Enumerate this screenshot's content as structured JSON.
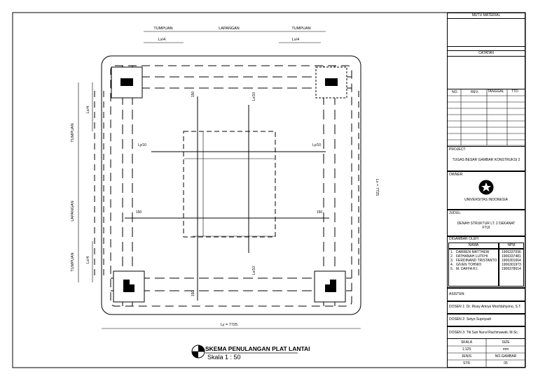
{
  "drawing": {
    "top_labels": {
      "left": "TUMPUAN",
      "mid": "LAPANGAN",
      "right": "TUMPUAN"
    },
    "top_dims": {
      "left": "Lx/4",
      "right": "Lx/4"
    },
    "side_labels": {
      "top": "TUMPUAN",
      "mid": "LAPANGAN",
      "bottom": "TUMPUAN"
    },
    "side_dims": {
      "top": "Lx/4",
      "bottom": "Lx/4"
    },
    "inner": {
      "ly10_left": "Ly/10",
      "ly10_right": "Ly/10",
      "lx10_top": "Lx/10",
      "lx10_bottom": "Lx/10",
      "d150_top": "150",
      "d150_bottom": "150",
      "d150_left": "150",
      "d150_right": "150"
    },
    "ly_dim": "Ly = 7725",
    "lx_dim": "Lx = 7725",
    "title": "SKEMA PENULANGAN PLAT LANTAI",
    "scale": "Skala 1 : 50"
  },
  "title_block": {
    "mutu_material": "MUTU MATERIAL",
    "catatan": "CATATAN",
    "rev_headers": {
      "no": "NO.",
      "rev": "REV.",
      "tanggal": "TANGGAL",
      "ttd": "TTD"
    },
    "project_label": "PROJECT:",
    "project_value": "TUGAS BESAR GAMBAR KONSTRUKSI 2",
    "owner_label": "OWNER:",
    "owner_value": "UNIVERSITAS INDONESIA",
    "judul_label": "JUDUL:",
    "judul_line1": "DENAH STRUKTUR LT. 2 DEKANAT",
    "judul_line2": "FTUI",
    "digambar_label": "DIGAMBAR OLEH:",
    "nama_header": "NAMA",
    "npm_header": "NPM",
    "members": [
      {
        "no": "1.",
        "name": "DARREN MATTHEW",
        "npm": "1906337096"
      },
      {
        "no": "2.",
        "name": "FATHANAH LUTFHI",
        "npm": "1906337481"
      },
      {
        "no": "3.",
        "name": "FERDINAND TRISTANTO",
        "npm": "1906301664"
      },
      {
        "no": "4.",
        "name": "GIVEN TOHNIO",
        "npm": "1906301973"
      },
      {
        "no": "5.",
        "name": "M. DAFFA R.I.",
        "npm": "1906378614"
      }
    ],
    "asisten_label": "ASISTEN:",
    "dosen1": "DOSEN 1: Dr. Rissy Amrye Mochtahyono, S.T.",
    "dosen2": "DOSEN 2: Setyo Supriyadi",
    "dosen3": "DOSEN 3: Titi Sari Nurul Rachmawati, M.Sc.",
    "skala_label": "SKALA",
    "skala_value": "1:125",
    "size_label": "SIZE",
    "size_value": "mm",
    "jenis_label": "JENIS",
    "jenis_value": "STR",
    "no_gambar_label": "NO.GAMBAR",
    "no_gambar_value": "05"
  }
}
